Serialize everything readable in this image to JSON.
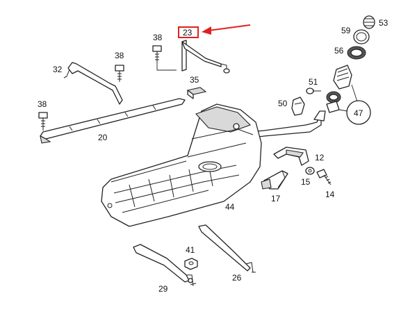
{
  "highlight_color": "#e02020",
  "labels": {
    "l53": "53",
    "l59": "59",
    "l56": "56",
    "l23": "23",
    "l38a": "38",
    "l38b": "38",
    "l38c": "38",
    "l32": "32",
    "l35": "35",
    "l51": "51",
    "l50": "50",
    "l47": "47",
    "l20": "20",
    "l12": "12",
    "l15": "15",
    "l14": "14",
    "l17": "17",
    "l44": "44",
    "l41": "41",
    "l29": "29",
    "l26": "26"
  }
}
